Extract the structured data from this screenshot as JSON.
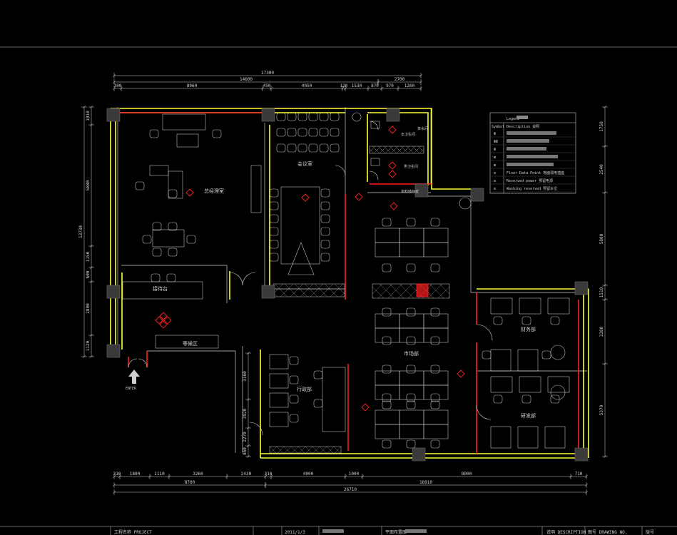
{
  "dims": {
    "top_overall": "17300",
    "top_sub1": "14600",
    "top_sub2": "2700",
    "top_parts": [
      "300",
      "8060",
      "450",
      "4050",
      "120",
      "1530",
      "870",
      "970",
      "1260"
    ],
    "bottom_parts": [
      "310",
      "1800",
      "1110",
      "3260",
      "2430",
      "310",
      "4000",
      "1000",
      "8000",
      "710"
    ],
    "bottom_sub1": "8700",
    "bottom_sub2": "18910",
    "bottom_overall": "26710",
    "left_overall": "13730",
    "left_parts": [
      "1010",
      "5880",
      "1150",
      "600",
      "2800",
      "1120"
    ],
    "inner_parts": [
      "3160",
      "3920",
      "2270",
      "860"
    ],
    "right_parts": [
      "1750",
      "2540",
      "5800",
      "1510",
      "3380",
      "5370"
    ]
  },
  "rooms": {
    "ceo_office": "总经理室",
    "meeting_room": "会议室",
    "reception": "接待台",
    "waiting_area": "等候区",
    "admin_dept": "行政部",
    "marketing_dept": "市场部",
    "finance_dept": "财务部",
    "tech_dept": "研发部",
    "restroom_a": "女卫生间",
    "restroom_b": "男卫生间",
    "pantry": "茶水间",
    "storage": "资料储存室",
    "entrance": "ENTER"
  },
  "legend": {
    "heading": "Legend",
    "col_symbol": "Symbol",
    "col_desc": "Description",
    "col_desc_cn": "说明",
    "rows": [
      {
        "symbol": "Ф",
        "desc": ""
      },
      {
        "symbol": "ФФ",
        "desc": ""
      },
      {
        "symbol": "Ф",
        "desc": ""
      },
      {
        "symbol": "⊠",
        "desc": ""
      },
      {
        "symbol": "⊠",
        "desc": ""
      },
      {
        "symbol": "⊡",
        "desc": "Floor Data Point 地面弱电插座"
      },
      {
        "symbol": "⊡",
        "desc": "Reserved power 预留电源"
      },
      {
        "symbol": "⊡",
        "desc": "Washing reserved 预留水位"
      }
    ]
  },
  "title_block": {
    "project": "工程名称 PROJECT",
    "date": "2011/1/3",
    "drawing_title": "平面布置图",
    "description": "说明 DESCRIPTION",
    "drawing_no": "图号 DRAWING NO.",
    "sheet": "版号"
  },
  "colors": {
    "wall": "#ffff33",
    "partition": "#ff2020",
    "line": "#cfcfcf",
    "column": "#3a3a3a",
    "bg": "#000000"
  }
}
